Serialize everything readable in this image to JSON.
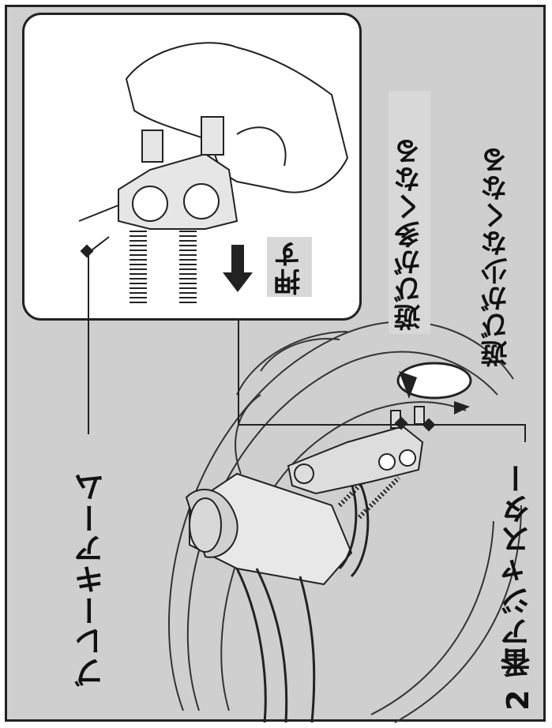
{
  "labels": {
    "play_more": "遊びが多くなる",
    "play_less": "遊びが少なくなる",
    "brake_arm": "ブレーキアーム",
    "adjuster": "2 番アジャスター",
    "push": "押す"
  },
  "colors": {
    "background": "#cfcfcf",
    "inset": "#ffffff",
    "line": "#222222"
  }
}
